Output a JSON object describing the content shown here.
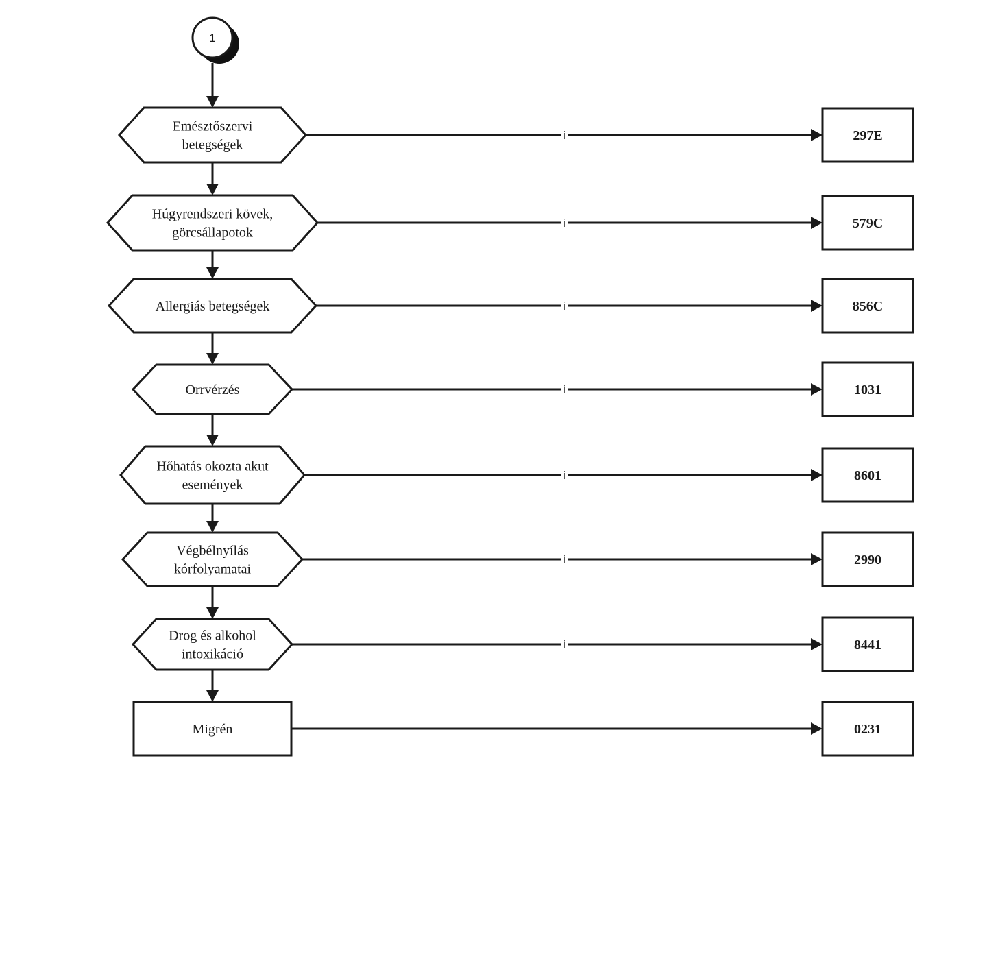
{
  "connector": {
    "label": "1"
  },
  "decisions": [
    {
      "lines": [
        "Emésztőszervi",
        "betegségek"
      ],
      "branch_label": "i",
      "code": "297E",
      "shape": "hexagon"
    },
    {
      "lines": [
        "Húgyrendszeri kövek,",
        "görcsállapotok"
      ],
      "branch_label": "i",
      "code": "579C",
      "shape": "hexagon"
    },
    {
      "lines": [
        "Allergiás betegségek"
      ],
      "branch_label": "i",
      "code": "856C",
      "shape": "hexagon"
    },
    {
      "lines": [
        "Orrvérzés"
      ],
      "branch_label": "i",
      "code": "1031",
      "shape": "hexagon"
    },
    {
      "lines": [
        "Hőhatás okozta akut",
        "események"
      ],
      "branch_label": "i",
      "code": "8601",
      "shape": "hexagon"
    },
    {
      "lines": [
        "Végbélnyílás",
        "kórfolyamatai"
      ],
      "branch_label": "i",
      "code": "2990",
      "shape": "hexagon"
    },
    {
      "lines": [
        "Drog és alkohol",
        "intoxikáció"
      ],
      "branch_label": "i",
      "code": "8441",
      "shape": "hexagon"
    },
    {
      "lines": [
        "Migrén"
      ],
      "branch_label": "",
      "code": "0231",
      "shape": "rect"
    }
  ],
  "colors": {
    "stroke": "#1a1a1a",
    "fill": "#ffffff"
  }
}
